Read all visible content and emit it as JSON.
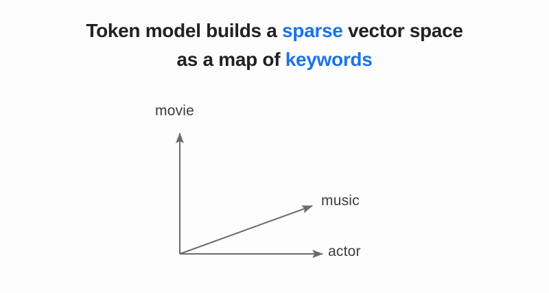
{
  "background_color": "#fdfdfd",
  "title": {
    "line1_prefix": "Token model builds a ",
    "line1_highlight": "sparse",
    "line1_suffix": " vector space",
    "line2_prefix": "as a map of ",
    "line2_highlight": "keywords",
    "text_color": "#202124",
    "highlight_color": "#1a73e8"
  },
  "diagram": {
    "type": "vector-space-axes",
    "origin_label": "",
    "axis_color": "#6b6b6b",
    "label_color": "#3c3c3c",
    "axes": [
      {
        "name": "vertical-axis",
        "label": "movie",
        "direction": "up",
        "arrowhead": true
      },
      {
        "name": "horizontal-axis",
        "label": "actor",
        "direction": "right",
        "arrowhead": true
      },
      {
        "name": "diagonal-axis",
        "label": "music",
        "direction": "up-right",
        "arrowhead": true
      }
    ]
  }
}
